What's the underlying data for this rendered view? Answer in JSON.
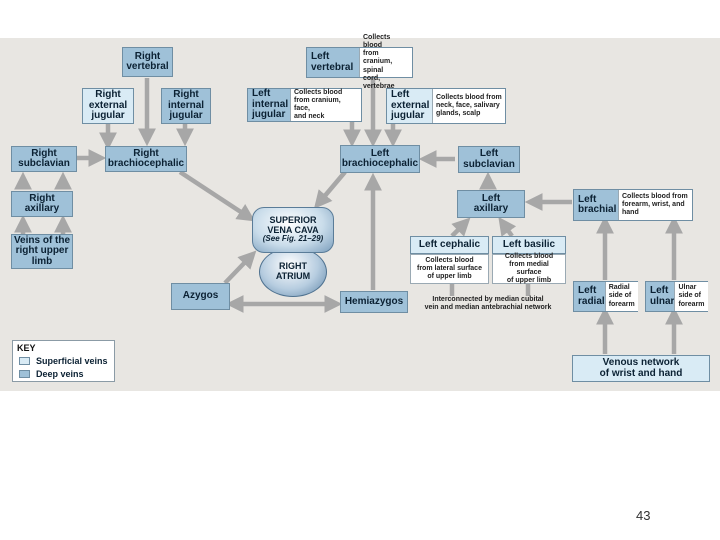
{
  "colors": {
    "deep": "#9fc1d8",
    "superficial": "#d9ebf5",
    "arrow": "#a7a7a7",
    "panel": "#e8e6e2"
  },
  "veins": {
    "right_vertebral": "Right\nvertebral",
    "right_external_jugular": "Right\nexternal\njugular",
    "right_internal_jugular": "Right\ninternal\njugular",
    "right_subclavian": "Right\nsubclavian",
    "right_brachiocephalic": "Right\nbrachiocephalic",
    "right_axillary": "Right\naxillary",
    "veins_right_upper_limb": "Veins of the\nright upper\nlimb",
    "left_vertebral": "Left\nvertebral",
    "left_internal_jugular": "Left\ninternal\njugular",
    "left_external_jugular": "Left\nexternal\njugular",
    "left_brachiocephalic": "Left\nbrachiocephalic",
    "left_subclavian": "Left\nsubclavian",
    "left_axillary": "Left\naxillary",
    "left_brachial": "Left\nbrachial",
    "left_cephalic": "Left cephalic",
    "left_basilic": "Left basilic",
    "left_radial": "Left\nradial",
    "left_ulnar": "Left\nulnar",
    "azygos": "Azygos",
    "hemiazygos": "Hemiazygos",
    "venous_network": "Venous network\nof wrist and hand"
  },
  "notes": {
    "left_vertebral": "Collects blood\nfrom cranium, spinal\ncord, vertebrae",
    "left_internal_jugular": "Collects blood\nfrom cranium, face,\nand neck",
    "left_external_jugular": "Collects blood from\nneck, face, salivary\nglands, scalp",
    "left_brachial": "Collects blood from\nforearm, wrist, and\nhand",
    "left_cephalic": "Collects blood\nfrom lateral surface\nof upper limb",
    "left_basilic": "Collects blood\nfrom medial surface\nof upper limb",
    "left_radial": "Radial\nside of\nforearm",
    "left_ulnar": "Ulnar\nside of\nforearm",
    "interconnect": "Interconnected by median cubital\nvein and median antebrachial network"
  },
  "heart": {
    "svc_line1": "SUPERIOR",
    "svc_line2": "VENA CAVA",
    "svc_ref": "(See Fig. 21–29)",
    "atrium": "RIGHT\nATRIUM"
  },
  "key": {
    "title": "KEY",
    "superficial": "Superficial veins",
    "deep": "Deep veins"
  },
  "page_number": "43"
}
